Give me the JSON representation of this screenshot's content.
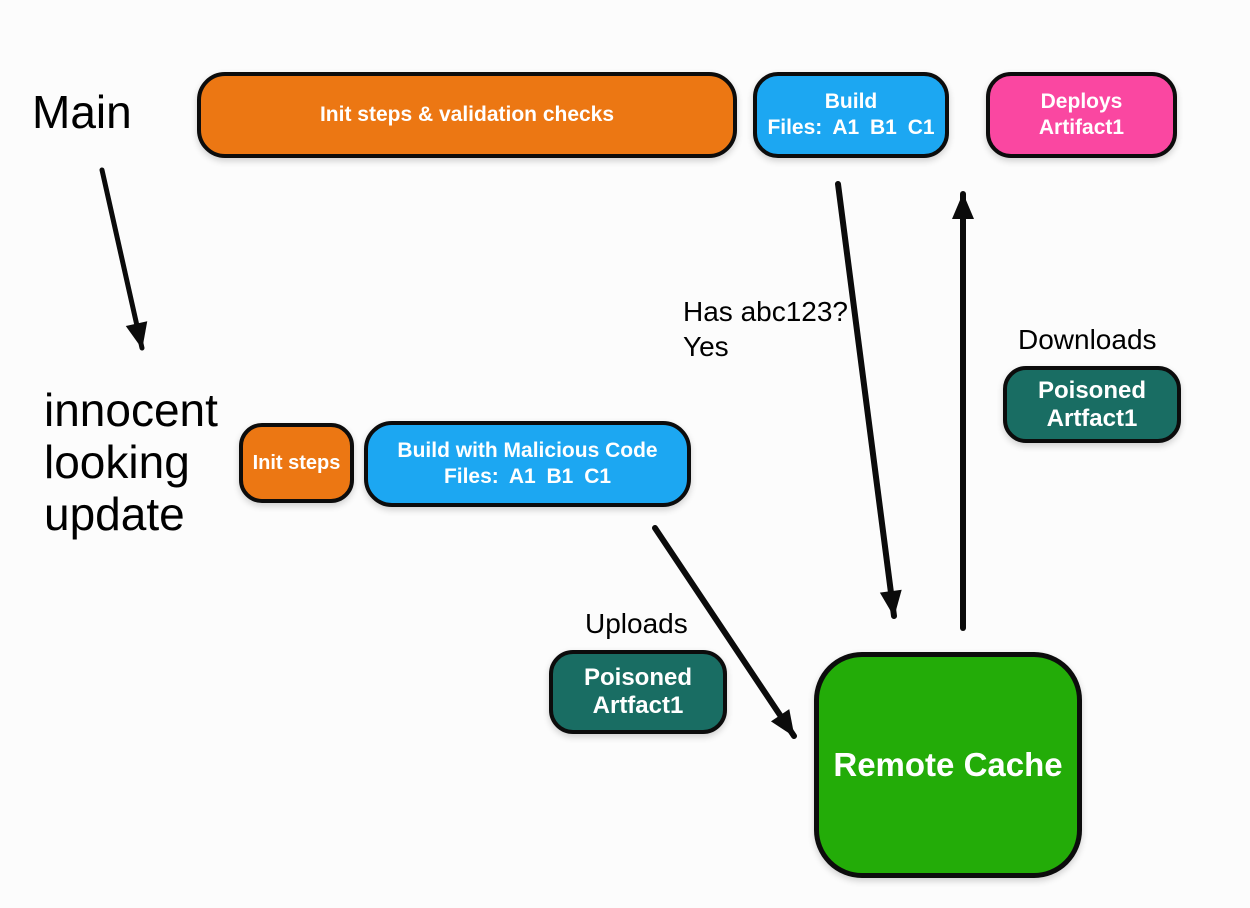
{
  "page": {
    "background": "#fcfcfc"
  },
  "colors": {
    "orange": "#EC7713",
    "blue": "#1CA7F2",
    "pink": "#FA47A1",
    "teal": "#196D63",
    "green": "#23AC08",
    "arrow": "#0b0b0b",
    "node_border": "#0c0c0c",
    "node_text": "#ffffff",
    "label_text": "#000000"
  },
  "labels": {
    "main": "Main",
    "innocent_line1": "innocent",
    "innocent_line2": "looking",
    "innocent_line3": "update",
    "has_hash_line1": "Has abc123?",
    "has_hash_line2": "Yes",
    "downloads": "Downloads",
    "uploads": "Uploads"
  },
  "nodes": {
    "init_validation": {
      "label": "Init steps & validation checks"
    },
    "build": {
      "line1": "Build",
      "line2": "Files: A1 B1 C1"
    },
    "deploys": {
      "line1": "Deploys",
      "line2": "Artifact1"
    },
    "init_steps": {
      "label": "Init steps"
    },
    "build_malicious": {
      "line1": "Build with Malicious Code",
      "line2": "Files: A1 B1 C1"
    },
    "poisoned_download": {
      "line1": "Poisoned",
      "line2": "Artfact1"
    },
    "poisoned_upload": {
      "line1": "Poisoned",
      "line2": "Artfact1"
    },
    "remote_cache": {
      "label": "Remote Cache"
    }
  }
}
